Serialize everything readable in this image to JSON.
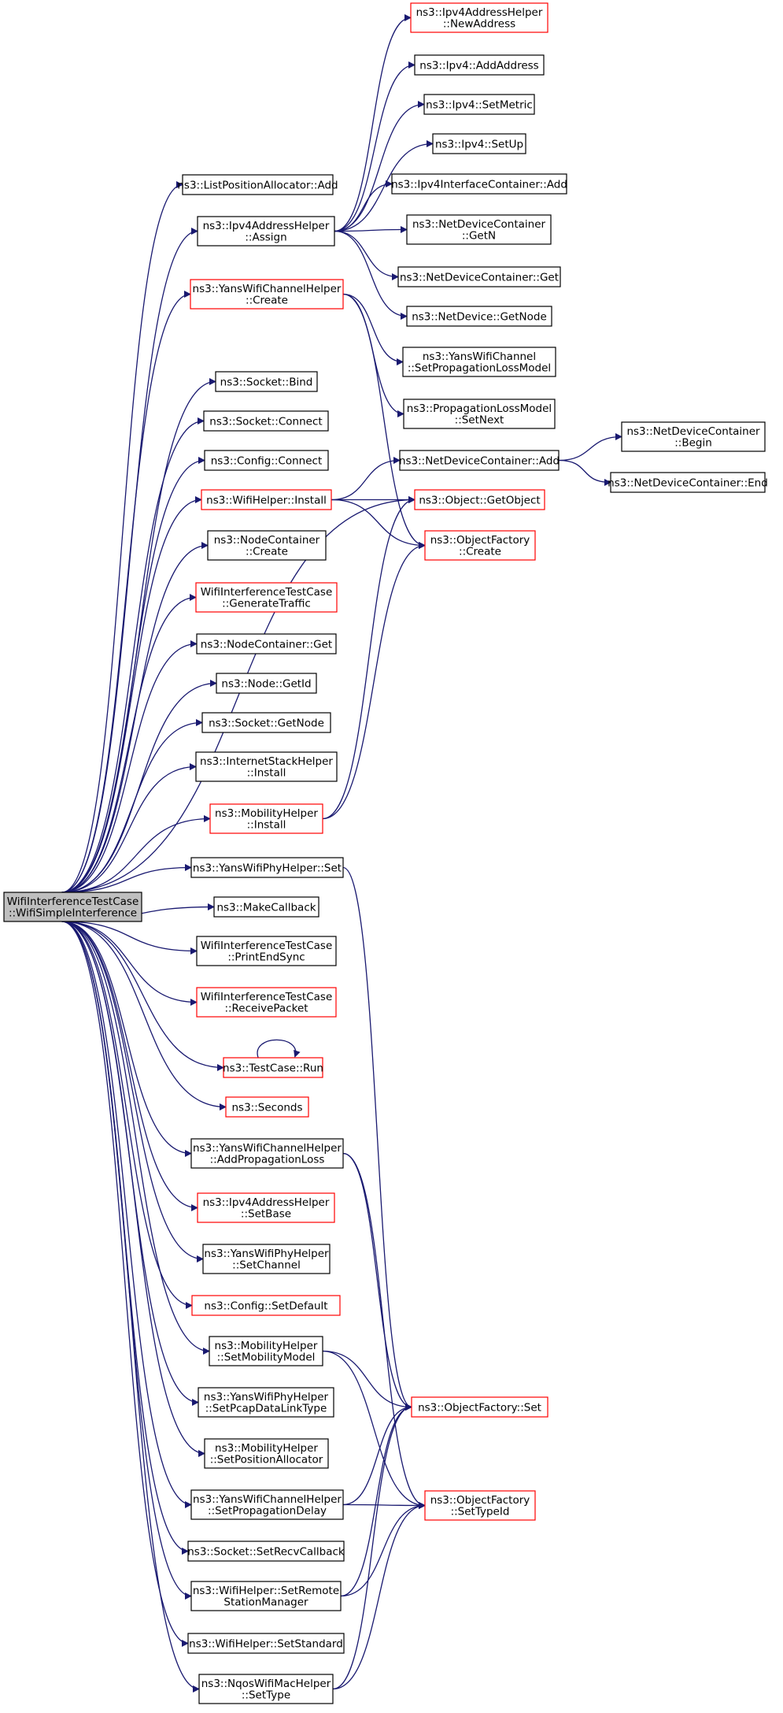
{
  "colors": {
    "edge": "#191970",
    "node_border": "#000000",
    "node_border_undocumented": "#ff0000",
    "root_fill": "#bfbfbf",
    "background": "#ffffff"
  },
  "nodes": [
    {
      "id": "root",
      "lines": [
        "WifiInterferenceTestCase",
        "::WifiSimpleInterference"
      ],
      "style": "root"
    },
    {
      "id": "n_listpos",
      "lines": [
        "ns3::ListPositionAllocator::Add"
      ],
      "style": "normal"
    },
    {
      "id": "n_ipv4assign",
      "lines": [
        "ns3::Ipv4AddressHelper",
        "::Assign"
      ],
      "style": "normal"
    },
    {
      "id": "n_yanschcreate",
      "lines": [
        "ns3::YansWifiChannelHelper",
        "::Create"
      ],
      "style": "red"
    },
    {
      "id": "n_sockbind",
      "lines": [
        "ns3::Socket::Bind"
      ],
      "style": "normal"
    },
    {
      "id": "n_sockconnect",
      "lines": [
        "ns3::Socket::Connect"
      ],
      "style": "normal"
    },
    {
      "id": "n_cfgconnect",
      "lines": [
        "ns3::Config::Connect"
      ],
      "style": "normal"
    },
    {
      "id": "n_wifiinstall",
      "lines": [
        "ns3::WifiHelper::Install"
      ],
      "style": "red"
    },
    {
      "id": "n_nccreate",
      "lines": [
        "ns3::NodeContainer",
        "::Create"
      ],
      "style": "normal"
    },
    {
      "id": "n_gentraffic",
      "lines": [
        "WifiInterferenceTestCase",
        "::GenerateTraffic"
      ],
      "style": "red"
    },
    {
      "id": "n_ncget",
      "lines": [
        "ns3::NodeContainer::Get"
      ],
      "style": "normal"
    },
    {
      "id": "n_nodegetid",
      "lines": [
        "ns3::Node::GetId"
      ],
      "style": "normal"
    },
    {
      "id": "n_sockgetnode",
      "lines": [
        "ns3::Socket::GetNode"
      ],
      "style": "normal"
    },
    {
      "id": "n_inetinstall",
      "lines": [
        "ns3::InternetStackHelper",
        "::Install"
      ],
      "style": "normal"
    },
    {
      "id": "n_mobinstall",
      "lines": [
        "ns3::MobilityHelper",
        "::Install"
      ],
      "style": "red"
    },
    {
      "id": "n_yansphyset",
      "lines": [
        "ns3::YansWifiPhyHelper::Set"
      ],
      "style": "normal"
    },
    {
      "id": "n_makecallback",
      "lines": [
        "ns3::MakeCallback"
      ],
      "style": "normal"
    },
    {
      "id": "n_printend",
      "lines": [
        "WifiInterferenceTestCase",
        "::PrintEndSync"
      ],
      "style": "normal"
    },
    {
      "id": "n_recvpacket",
      "lines": [
        "WifiInterferenceTestCase",
        "::ReceivePacket"
      ],
      "style": "red"
    },
    {
      "id": "n_testrun",
      "lines": [
        "ns3::TestCase::Run"
      ],
      "style": "red"
    },
    {
      "id": "n_seconds",
      "lines": [
        "ns3::Seconds"
      ],
      "style": "red"
    },
    {
      "id": "n_addproploss",
      "lines": [
        "ns3::YansWifiChannelHelper",
        "::AddPropagationLoss"
      ],
      "style": "normal"
    },
    {
      "id": "n_setbase",
      "lines": [
        "ns3::Ipv4AddressHelper",
        "::SetBase"
      ],
      "style": "red"
    },
    {
      "id": "n_setchannel",
      "lines": [
        "ns3::YansWifiPhyHelper",
        "::SetChannel"
      ],
      "style": "normal"
    },
    {
      "id": "n_setdefault",
      "lines": [
        "ns3::Config::SetDefault"
      ],
      "style": "red"
    },
    {
      "id": "n_setmobmodel",
      "lines": [
        "ns3::MobilityHelper",
        "::SetMobilityModel"
      ],
      "style": "normal"
    },
    {
      "id": "n_setpcap",
      "lines": [
        "ns3::YansWifiPhyHelper",
        "::SetPcapDataLinkType"
      ],
      "style": "normal"
    },
    {
      "id": "n_setposalloc",
      "lines": [
        "ns3::MobilityHelper",
        "::SetPositionAllocator"
      ],
      "style": "normal"
    },
    {
      "id": "n_setpropdelay",
      "lines": [
        "ns3::YansWifiChannelHelper",
        "::SetPropagationDelay"
      ],
      "style": "normal"
    },
    {
      "id": "n_setrecvcb",
      "lines": [
        "ns3::Socket::SetRecvCallback"
      ],
      "style": "normal"
    },
    {
      "id": "n_setremote",
      "lines": [
        "ns3::WifiHelper::SetRemote",
        "StationManager"
      ],
      "style": "normal"
    },
    {
      "id": "n_setstandard",
      "lines": [
        "ns3::WifiHelper::SetStandard"
      ],
      "style": "normal"
    },
    {
      "id": "n_settype",
      "lines": [
        "ns3::NqosWifiMacHelper",
        "::SetType"
      ],
      "style": "normal"
    },
    {
      "id": "n_newaddress",
      "lines": [
        "ns3::Ipv4AddressHelper",
        "::NewAddress"
      ],
      "style": "red"
    },
    {
      "id": "n_ipv4addaddr",
      "lines": [
        "ns3::Ipv4::AddAddress"
      ],
      "style": "normal"
    },
    {
      "id": "n_ipv4setmetric",
      "lines": [
        "ns3::Ipv4::SetMetric"
      ],
      "style": "normal"
    },
    {
      "id": "n_ipv4setup",
      "lines": [
        "ns3::Ipv4::SetUp"
      ],
      "style": "normal"
    },
    {
      "id": "n_ipv4icadd",
      "lines": [
        "ns3::Ipv4InterfaceContainer::Add"
      ],
      "style": "normal"
    },
    {
      "id": "n_ndcgetn",
      "lines": [
        "ns3::NetDeviceContainer",
        "::GetN"
      ],
      "style": "normal"
    },
    {
      "id": "n_ndcget",
      "lines": [
        "ns3::NetDeviceContainer::Get"
      ],
      "style": "normal"
    },
    {
      "id": "n_ndgetnode",
      "lines": [
        "ns3::NetDevice::GetNode"
      ],
      "style": "normal"
    },
    {
      "id": "n_setproplossmodel",
      "lines": [
        "ns3::YansWifiChannel",
        "::SetPropagationLossModel"
      ],
      "style": "normal"
    },
    {
      "id": "n_plmsetnext",
      "lines": [
        "ns3::PropagationLossModel",
        "::SetNext"
      ],
      "style": "normal"
    },
    {
      "id": "n_ndcadd",
      "lines": [
        "ns3::NetDeviceContainer::Add"
      ],
      "style": "normal"
    },
    {
      "id": "n_getobject",
      "lines": [
        "ns3::Object::GetObject"
      ],
      "style": "red"
    },
    {
      "id": "n_ofcreate",
      "lines": [
        "ns3::ObjectFactory",
        "::Create"
      ],
      "style": "red"
    },
    {
      "id": "n_ofset",
      "lines": [
        "ns3::ObjectFactory::Set"
      ],
      "style": "red"
    },
    {
      "id": "n_ofsettypeid",
      "lines": [
        "ns3::ObjectFactory",
        "::SetTypeId"
      ],
      "style": "red"
    },
    {
      "id": "n_ndcbegin",
      "lines": [
        "ns3::NetDeviceContainer",
        "::Begin"
      ],
      "style": "normal"
    },
    {
      "id": "n_ndcend",
      "lines": [
        "ns3::NetDeviceContainer::End"
      ],
      "style": "normal"
    }
  ],
  "edges": [
    [
      "root",
      "n_listpos"
    ],
    [
      "root",
      "n_ipv4assign"
    ],
    [
      "root",
      "n_yanschcreate"
    ],
    [
      "root",
      "n_getobject"
    ],
    [
      "root",
      "n_sockbind"
    ],
    [
      "root",
      "n_sockconnect"
    ],
    [
      "root",
      "n_cfgconnect"
    ],
    [
      "root",
      "n_wifiinstall"
    ],
    [
      "root",
      "n_nccreate"
    ],
    [
      "root",
      "n_gentraffic"
    ],
    [
      "root",
      "n_ncget"
    ],
    [
      "root",
      "n_nodegetid"
    ],
    [
      "root",
      "n_sockgetnode"
    ],
    [
      "root",
      "n_inetinstall"
    ],
    [
      "root",
      "n_mobinstall"
    ],
    [
      "root",
      "n_yansphyset"
    ],
    [
      "root",
      "n_makecallback"
    ],
    [
      "root",
      "n_printend"
    ],
    [
      "root",
      "n_recvpacket"
    ],
    [
      "root",
      "n_testrun"
    ],
    [
      "root",
      "n_seconds"
    ],
    [
      "root",
      "n_addproploss"
    ],
    [
      "root",
      "n_setbase"
    ],
    [
      "root",
      "n_setchannel"
    ],
    [
      "root",
      "n_setdefault"
    ],
    [
      "root",
      "n_setmobmodel"
    ],
    [
      "root",
      "n_setpcap"
    ],
    [
      "root",
      "n_setposalloc"
    ],
    [
      "root",
      "n_setpropdelay"
    ],
    [
      "root",
      "n_setrecvcb"
    ],
    [
      "root",
      "n_setremote"
    ],
    [
      "root",
      "n_setstandard"
    ],
    [
      "root",
      "n_settype"
    ],
    [
      "n_ipv4assign",
      "n_newaddress"
    ],
    [
      "n_ipv4assign",
      "n_ipv4addaddr"
    ],
    [
      "n_ipv4assign",
      "n_ipv4setmetric"
    ],
    [
      "n_ipv4assign",
      "n_ipv4setup"
    ],
    [
      "n_ipv4assign",
      "n_ipv4icadd"
    ],
    [
      "n_ipv4assign",
      "n_ndcgetn"
    ],
    [
      "n_ipv4assign",
      "n_ndcget"
    ],
    [
      "n_ipv4assign",
      "n_ndgetnode"
    ],
    [
      "n_yanschcreate",
      "n_setproplossmodel"
    ],
    [
      "n_yanschcreate",
      "n_plmsetnext"
    ],
    [
      "n_yanschcreate",
      "n_ofcreate"
    ],
    [
      "n_wifiinstall",
      "n_ndcadd"
    ],
    [
      "n_wifiinstall",
      "n_getobject"
    ],
    [
      "n_wifiinstall",
      "n_ofcreate"
    ],
    [
      "n_ndcadd",
      "n_ndcbegin"
    ],
    [
      "n_ndcadd",
      "n_ndcend"
    ],
    [
      "n_mobinstall",
      "n_getobject"
    ],
    [
      "n_mobinstall",
      "n_ofcreate"
    ],
    [
      "n_testrun",
      "n_testrun"
    ],
    [
      "n_yansphyset",
      "n_ofset"
    ],
    [
      "n_addproploss",
      "n_ofset"
    ],
    [
      "n_addproploss",
      "n_ofsettypeid"
    ],
    [
      "n_setmobmodel",
      "n_ofset"
    ],
    [
      "n_setmobmodel",
      "n_ofsettypeid"
    ],
    [
      "n_setpropdelay",
      "n_ofset"
    ],
    [
      "n_setpropdelay",
      "n_ofsettypeid"
    ],
    [
      "n_setremote",
      "n_ofset"
    ],
    [
      "n_setremote",
      "n_ofsettypeid"
    ],
    [
      "n_settype",
      "n_ofset"
    ],
    [
      "n_settype",
      "n_ofsettypeid"
    ]
  ]
}
